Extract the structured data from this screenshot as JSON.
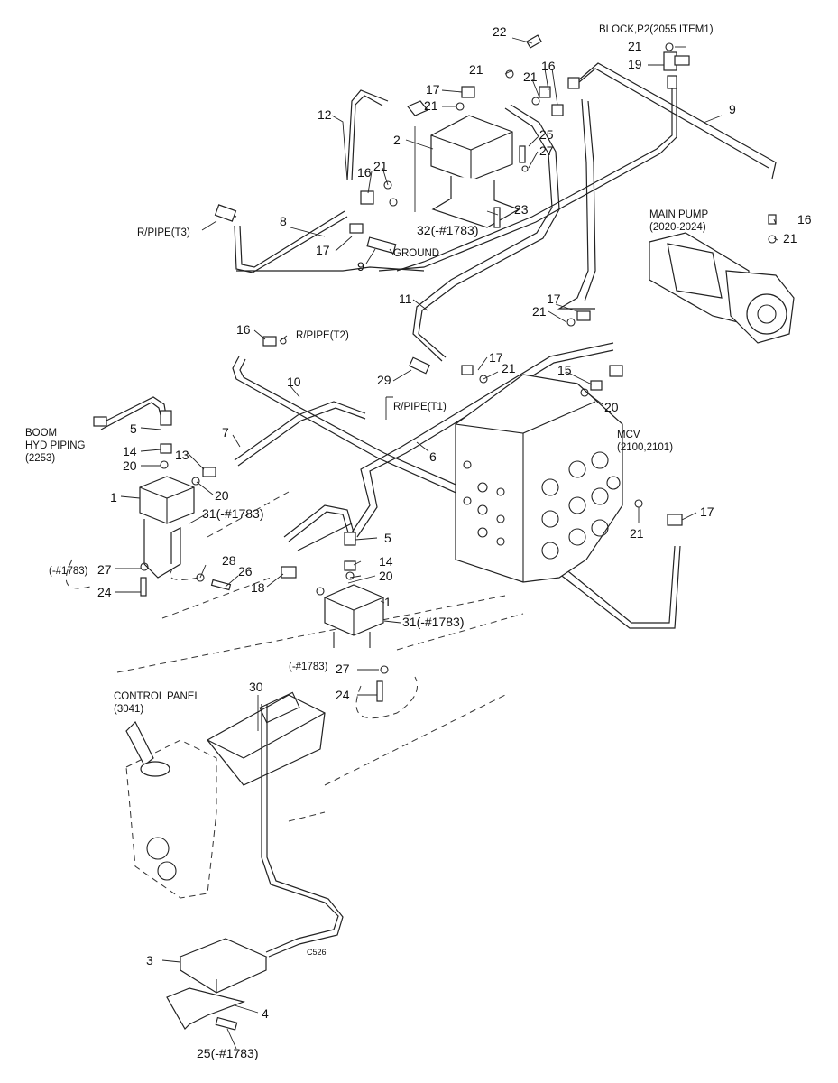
{
  "labels": {
    "block_p2": "BLOCK,P2(2055 ITEM1)",
    "main_pump": "MAIN PUMP",
    "main_pump_ref": "(2020-2024)",
    "rpipe_t3": "R/PIPE(T3)",
    "rpipe_t2": "R/PIPE(T2)",
    "rpipe_t1": "R/PIPE(T1)",
    "ground": "GROUND",
    "boom1": "BOOM",
    "boom2": "HYD PIPING",
    "boom3": "(2253)",
    "mcv": "MCV",
    "mcv_ref": "(2100,2101)",
    "control_panel": "CONTROL PANEL",
    "control_panel_ref": "(3041)",
    "figure_code": "C526"
  },
  "callouts": {
    "c22": "22",
    "c21a": "21",
    "c21b": "21",
    "c21c": "21",
    "c21d": "21",
    "c21e": "21",
    "c21f": "21",
    "c21g": "21",
    "c21h": "21",
    "c21i": "21",
    "c16a": "16",
    "c16b": "16",
    "c16c": "16",
    "c16d": "16",
    "c17a": "17",
    "c17b": "17",
    "c17c": "17",
    "c17d": "17",
    "c17e": "17",
    "c19": "19",
    "c9a": "9",
    "c9b": "9",
    "c12": "12",
    "c2": "2",
    "c25a": "25",
    "c27a": "27",
    "c23": "23",
    "c32": "32(-#1783)",
    "c8": "8",
    "c11": "11",
    "c10": "10",
    "c7": "7",
    "c29": "29",
    "c15": "15",
    "c20a": "20",
    "c20b": "20",
    "c20c": "20",
    "c20d": "20",
    "c6": "6",
    "c5a": "5",
    "c5b": "5",
    "c14a": "14",
    "c14b": "14",
    "c13": "13",
    "c1a": "1",
    "c1b": "1",
    "c31a": "31(-#1783)",
    "c31b": "31(-#1783)",
    "c27b": "27",
    "c27b_pre": "(-#1783)",
    "c27c": "27",
    "c27c_pre": "(-#1783)",
    "c24a": "24",
    "c24b": "24",
    "c28": "28",
    "c26": "26",
    "c18": "18",
    "c30": "30",
    "c3": "3",
    "c4": "4",
    "c25b": "25(-#1783)"
  }
}
